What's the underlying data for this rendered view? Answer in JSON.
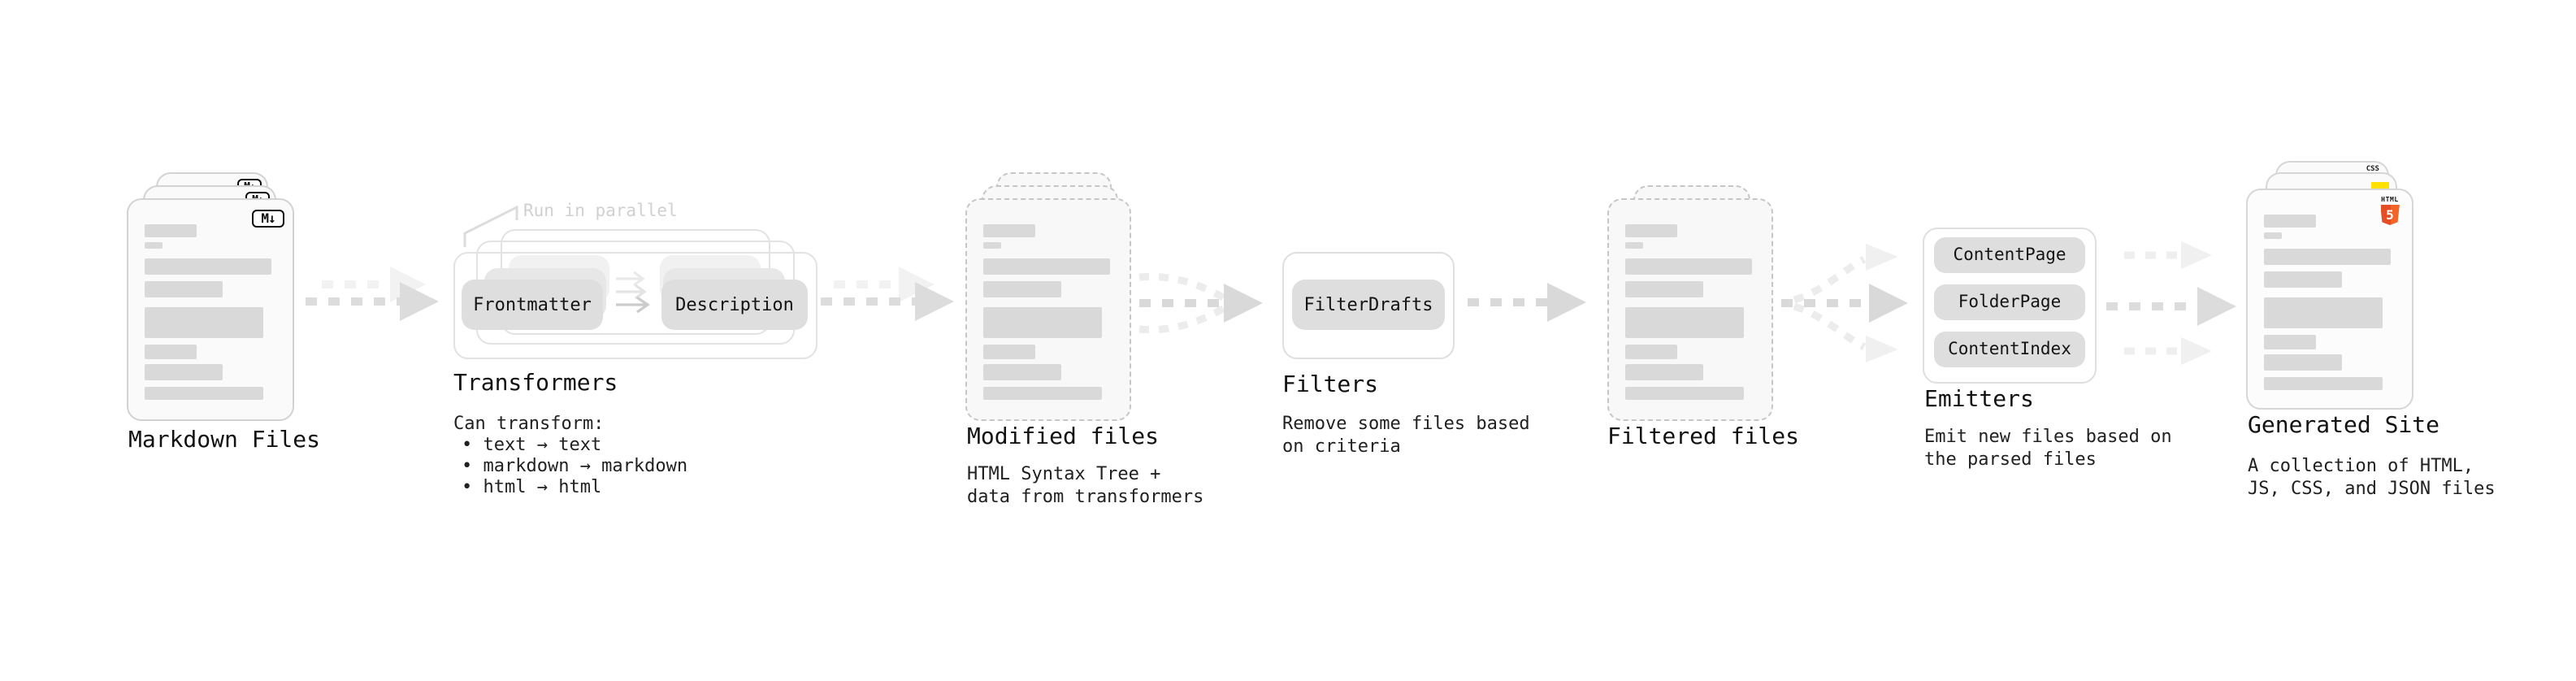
{
  "page": {
    "background": "#ffffff"
  },
  "colors": {
    "doc_border": "#d2d2d2",
    "doc_dashed_border": "#c6c6c6",
    "doc_bg": "#fafafa",
    "placeholder_bar": "#d9d9d9",
    "chip_bg": "#dedede",
    "chip_ghost": "#e7e7e7",
    "panel_border": "#e2e2e2",
    "arrow_main": "#d9d9d9",
    "arrow_ghost": "#f1f1f1",
    "note_text": "#d0d0d0",
    "heading_text": "#121212",
    "body_text": "#212121",
    "markdown_badge": "#0b0b0b",
    "html5_orange": "#f16529",
    "css_blue": "#2962e9",
    "js_yellow": "#ffe100"
  },
  "stages": {
    "markdown": {
      "label": "Markdown Files",
      "badge": "M↓"
    },
    "transformers": {
      "heading": "Transformers",
      "note": "Run in parallel",
      "node_left": "Frontmatter",
      "node_right": "Description",
      "desc_title": "Can transform:",
      "bullets": [
        "• text → text",
        "• markdown → markdown",
        "• html → html"
      ]
    },
    "modified": {
      "label": "Modified files",
      "desc": "HTML Syntax Tree +\ndata from transformers"
    },
    "filters": {
      "heading": "Filters",
      "node": "FilterDrafts",
      "desc": "Remove some files based\non criteria"
    },
    "filtered": {
      "label": "Filtered files"
    },
    "emitters": {
      "heading": "Emitters",
      "nodes": [
        "ContentPage",
        "FolderPage",
        "ContentIndex"
      ],
      "desc": "Emit new files based on\nthe parsed files"
    },
    "generated": {
      "label": "Generated Site",
      "desc": "A collection of HTML,\nJS, CSS, and JSON files",
      "html_badge_label": "HTML",
      "html_badge_number": "5",
      "css_badge": "CSS"
    }
  }
}
